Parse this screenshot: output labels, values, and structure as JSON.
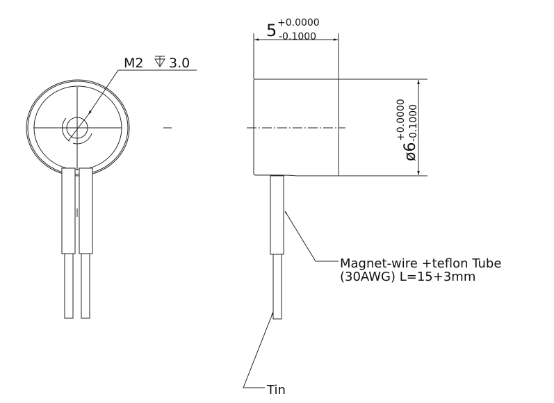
{
  "front_view": {
    "thread_callout": {
      "spec": "M2",
      "depth_symbol": "depth-icon",
      "depth": "3.0"
    }
  },
  "side_view": {
    "length_dim": {
      "nominal": "5",
      "upper_tol": "+0.0000",
      "lower_tol": "-0.1000"
    },
    "diameter_dim": {
      "nominal": "ø6",
      "upper_tol": "+0.0000",
      "lower_tol": "-0.1000"
    }
  },
  "notes": {
    "wire_line1": "Magnet-wire +teflon Tube",
    "wire_line2": "(30AWG) L=15+3mm",
    "tin": "Tin"
  },
  "colors": {
    "line": "#222222",
    "background": "#ffffff"
  }
}
